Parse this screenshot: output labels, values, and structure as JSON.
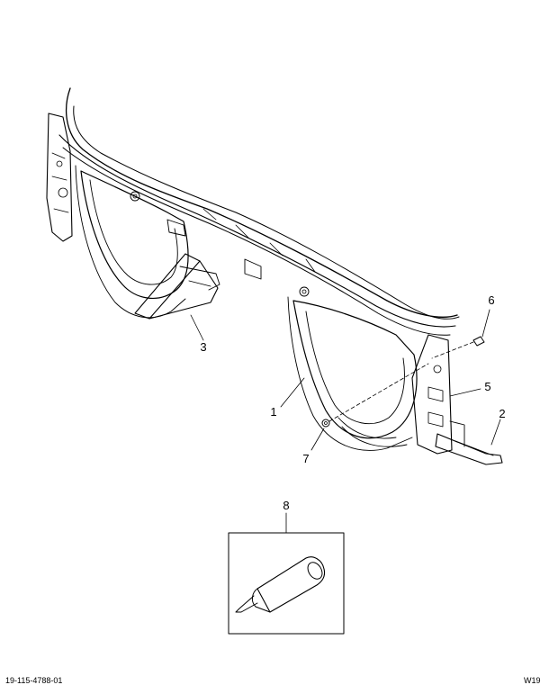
{
  "figure": {
    "callouts": [
      "1",
      "2",
      "3",
      "5",
      "6",
      "7",
      "8"
    ],
    "footer_left": "19-115-4788-01",
    "footer_right": "W19"
  }
}
